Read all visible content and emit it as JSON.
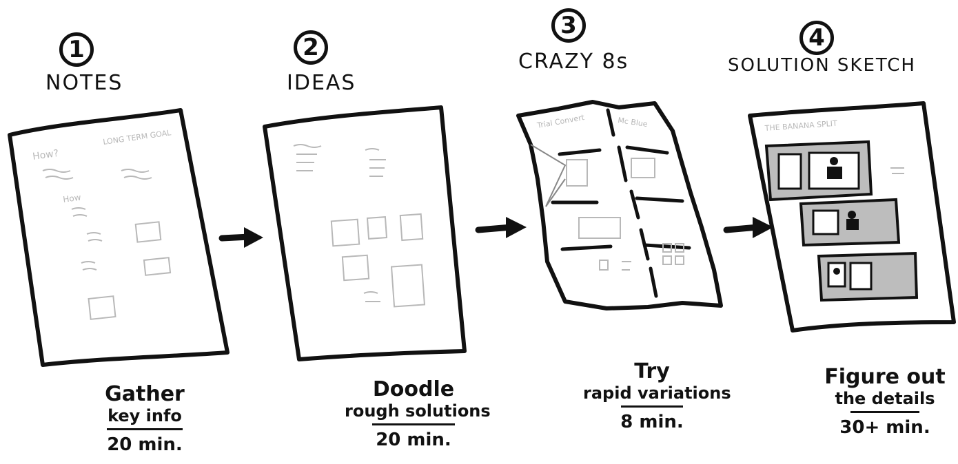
{
  "steps": [
    {
      "number": "1",
      "title": "NOTES",
      "line1": "Gather",
      "line2": "key info",
      "time": "20 min."
    },
    {
      "number": "2",
      "title": "IDEAS",
      "line1": "Doodle",
      "line2": "rough solutions",
      "time": "20 min."
    },
    {
      "number": "3",
      "title": "CRAZY 8s",
      "line1": "Try",
      "line2": "rapid variations",
      "time": "8 min."
    },
    {
      "number": "4",
      "title": "SOLUTION SKETCH",
      "line1": "Figure out",
      "line2": "the details",
      "time": "30+ min."
    }
  ],
  "sheet_text": {
    "notes_how1": "How?",
    "notes_long_term_goal": "LONG TERM GOAL",
    "notes_how2": "How",
    "crazy_panel1": "Trial Convert",
    "crazy_panel2": "Mc Blue",
    "solution_header": "THE BANANA SPLIT"
  },
  "colors": {
    "ink": "#111111",
    "faint": "#b8b8b8",
    "panel_fill": "#bdbdbd",
    "paper": "#ffffff"
  },
  "icons": [
    "right-arrow-icon",
    "right-arrow-icon",
    "right-arrow-icon"
  ]
}
